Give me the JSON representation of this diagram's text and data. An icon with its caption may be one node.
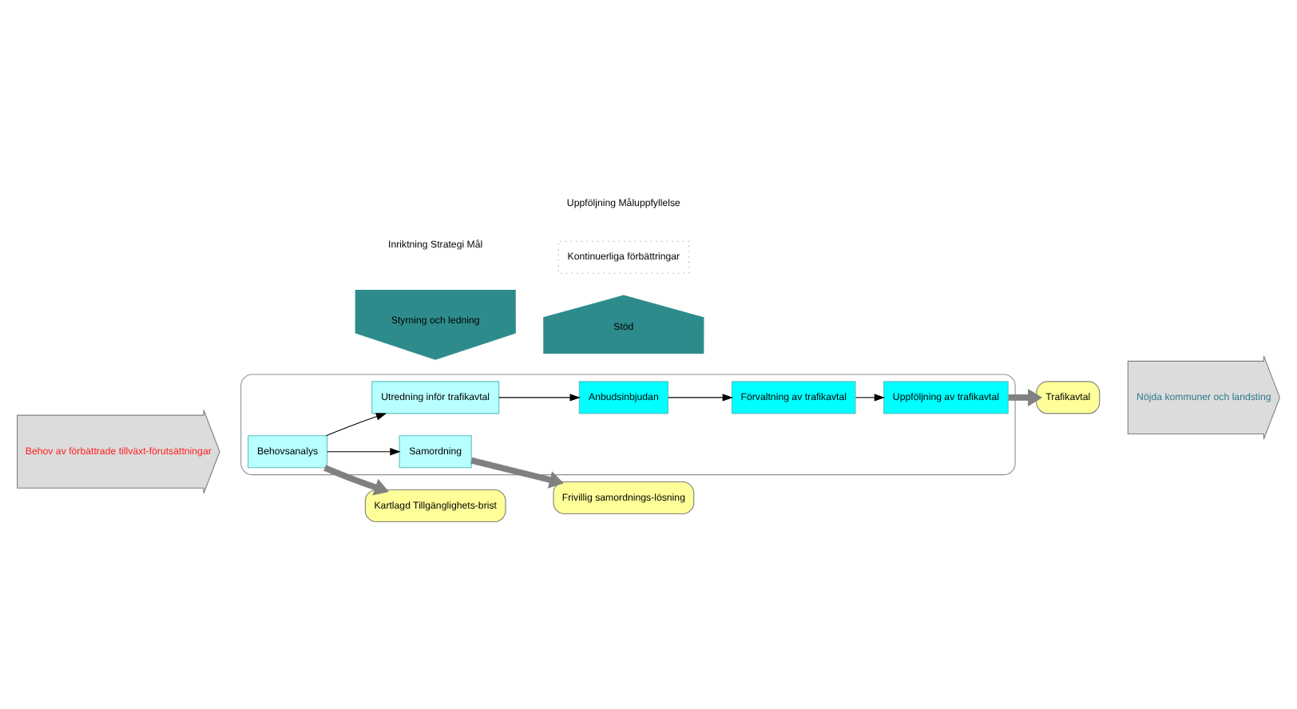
{
  "diagram": {
    "nodes": [
      {
        "text": [],
        "shape": "box"
      },
      {
        "text": [
          "Behov av förbättrade tillväxt-förutsättningar"
        ]
      },
      {
        "text": [
          "Behovsanalys"
        ],
        "in": 0
      },
      {
        "text": [
          "Utredning inför trafikavtal"
        ],
        "in": 0
      },
      {
        "text": [
          "Anbudsinbjudan"
        ],
        "in": 0
      },
      {
        "text": [
          "Förvaltning av trafikavtal"
        ],
        "in": 0
      },
      {
        "text": [
          "Uppföljning av trafikavtal"
        ],
        "in": 0
      },
      {
        "text": [
          "Samordning"
        ],
        "in": 0
      },
      {
        "text": [
          "Kartlagd Tillgänglighets-brist"
        ]
      },
      {
        "text": [
          "Trafikavtal"
        ]
      },
      {
        "text": [
          "Frivillig samordnings-lösning"
        ]
      },
      {
        "text": [
          "Nöjda kommuner och landsting"
        ]
      },
      {
        "text": [
          "Styrning och ledning"
        ]
      },
      {
        "text": [
          "Stöd"
        ]
      },
      {
        "text": [
          "Kontinuerliga förbättringar"
        ]
      }
    ],
    "edges": [
      {
        "from": 2,
        "to": 3,
        "arrow": "to"
      },
      {
        "from": 2,
        "to": 7,
        "arrow": "to"
      },
      {
        "from": 3,
        "to": 4,
        "arrow": "to"
      },
      {
        "from": 4,
        "to": 5,
        "arrow": "to"
      },
      {
        "from": 5,
        "to": 6,
        "arrow": "to"
      },
      {
        "from": 2,
        "to": 8,
        "arrow": "to",
        "style": "thick",
        "color": "#808080"
      },
      {
        "from": 6,
        "to": 9,
        "arrow": "to",
        "style": "thick",
        "color": "#808080"
      },
      {
        "from": 7,
        "to": 10,
        "arrow": "to",
        "style": "thick",
        "color": "#808080"
      }
    ],
    "labels": [
      "Inriktning Strategi Mål",
      "Uppföljning Måluppfyllelse"
    ]
  }
}
